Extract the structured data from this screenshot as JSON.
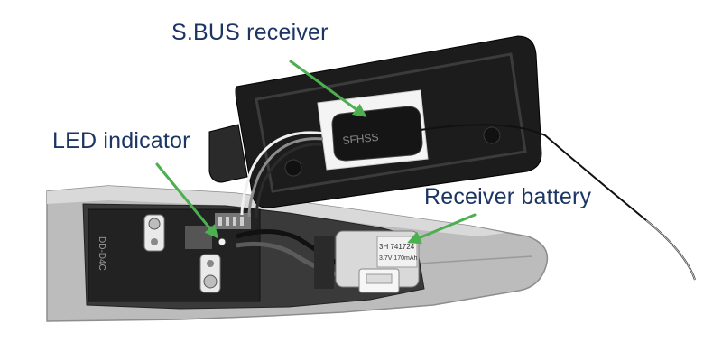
{
  "callouts": {
    "sbus_receiver": "S.BUS receiver",
    "led_indicator": "LED indicator",
    "receiver_battery": "Receiver battery"
  },
  "components": {
    "receiver_marking": "SFHSS",
    "battery_marking_line1": "3H 741724",
    "battery_marking_line2": "3.7V 170mAh",
    "board_marking": "DD-D4C"
  },
  "colors": {
    "label_text": "#1b3565",
    "arrow": "#4caf50",
    "hatch_cover": "#1a1a1a",
    "fuselage": "#b9b9b9"
  }
}
